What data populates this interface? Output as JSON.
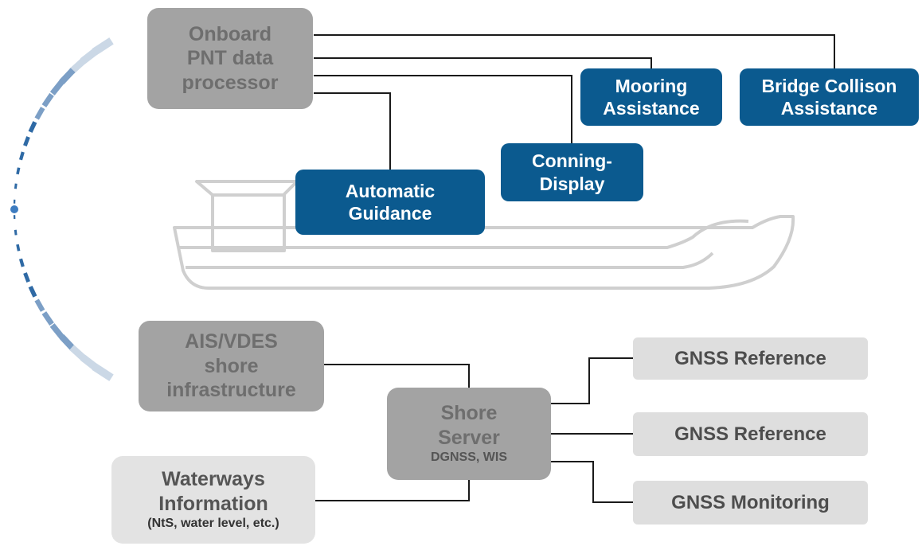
{
  "colors": {
    "connector": "#1a1a1a",
    "ship_outline": "#cfcfcf",
    "arc_light": "#cbd8e6",
    "arc_mid": "#7c9fc6",
    "arc_dark": "#2f6aa5",
    "arc_dot": "#3d7cc0"
  },
  "boxes": {
    "pnt_processor": {
      "lines": [
        "Onboard",
        "PNT data",
        "processor"
      ]
    },
    "mooring": {
      "lines": [
        "Mooring",
        "Assistance"
      ]
    },
    "bridge": {
      "lines": [
        "Bridge Collison",
        "Assistance"
      ]
    },
    "conning": {
      "lines": [
        "Conning-",
        "Display"
      ]
    },
    "guidance": {
      "lines": [
        "Automatic",
        "Guidance"
      ]
    },
    "ais": {
      "lines": [
        "AIS/VDES",
        "shore",
        "infrastructure"
      ]
    },
    "shore_server": {
      "lines": [
        "Shore",
        "Server"
      ],
      "sub": "DGNSS, WIS"
    },
    "waterways": {
      "lines": [
        "Waterways",
        "Information"
      ],
      "sub": "(NtS, water level, etc.)"
    },
    "gnss_ref_1": {
      "lines": [
        "GNSS Reference"
      ]
    },
    "gnss_ref_2": {
      "lines": [
        "GNSS Reference"
      ]
    },
    "gnss_monitoring": {
      "lines": [
        "GNSS Monitoring"
      ]
    }
  }
}
